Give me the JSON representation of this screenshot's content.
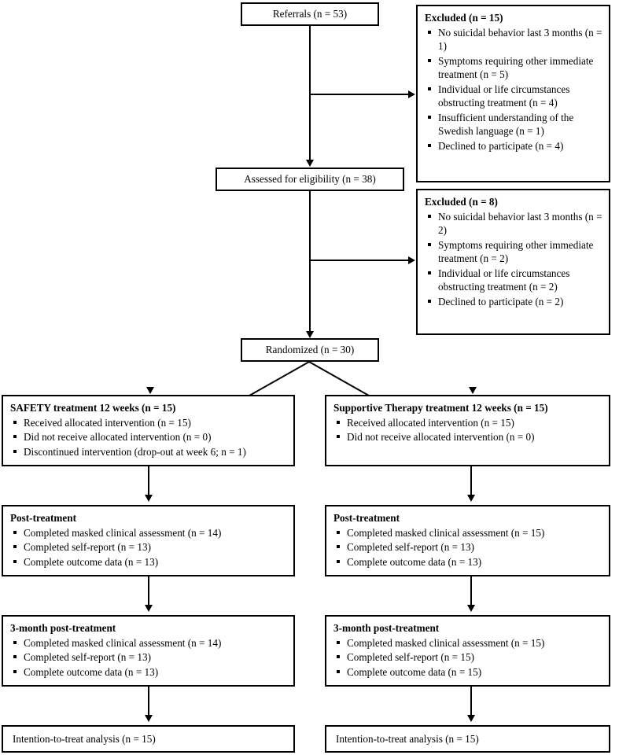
{
  "diagram": {
    "type": "consort-flow-diagram",
    "nodes": {
      "referrals": {
        "label": "Referrals (n = 53)"
      },
      "assessed": {
        "label": "Assessed for eligibility (n = 38)"
      },
      "randomized": {
        "label": "Randomized (n = 30)"
      },
      "excluded1": {
        "title": "Excluded (n = 15)",
        "items": [
          "No suicidal behavior last 3 months (n = 1)",
          "Symptoms requiring other immediate treatment (n = 5)",
          "Individual or life circumstances obstructing treatment (n = 4)",
          "Insufficient understanding of the Swedish language (n = 1)",
          "Declined to participate (n = 4)"
        ]
      },
      "excluded2": {
        "title": "Excluded (n = 8)",
        "items": [
          "No suicidal behavior last 3 months (n = 2)",
          "Symptoms requiring other immediate treatment (n = 2)",
          "Individual or life circumstances obstructing treatment (n = 2)",
          "Declined to participate (n = 2)"
        ]
      },
      "left_allocation": {
        "title": "SAFETY treatment 12 weeks (n = 15)",
        "items": [
          "Received allocated intervention (n = 15)",
          "Did not receive allocated intervention (n = 0)",
          "Discontinued intervention (drop-out at week 6; n = 1)"
        ]
      },
      "right_allocation": {
        "title": "Supportive Therapy treatment 12 weeks (n = 15)",
        "items": [
          "Received allocated intervention (n = 15)",
          "Did not receive allocated intervention (n = 0)"
        ]
      },
      "left_post": {
        "title": "Post-treatment",
        "items": [
          "Completed masked clinical assessment (n = 14)",
          "Completed self-report (n = 13)",
          "Complete outcome data (n = 13)"
        ]
      },
      "right_post": {
        "title": "Post-treatment",
        "items": [
          "Completed masked clinical assessment (n = 15)",
          "Completed self-report (n = 13)",
          "Complete outcome data (n = 13)"
        ]
      },
      "left_3month": {
        "title": "3-month post-treatment",
        "items": [
          "Completed masked clinical assessment (n = 14)",
          "Completed self-report (n = 13)",
          "Complete outcome data (n = 13)"
        ]
      },
      "right_3month": {
        "title": "3-month post-treatment",
        "items": [
          "Completed masked clinical assessment (n = 15)",
          "Completed self-report (n = 15)",
          "Complete outcome data (n = 15)"
        ]
      },
      "left_itt": {
        "label": "Intention-to-treat analysis (n = 15)"
      },
      "right_itt": {
        "label": "Intention-to-treat analysis (n = 15)"
      }
    },
    "colors": {
      "line": "#000000",
      "box_border": "#000000",
      "background": "#ffffff",
      "text": "#000000"
    }
  }
}
